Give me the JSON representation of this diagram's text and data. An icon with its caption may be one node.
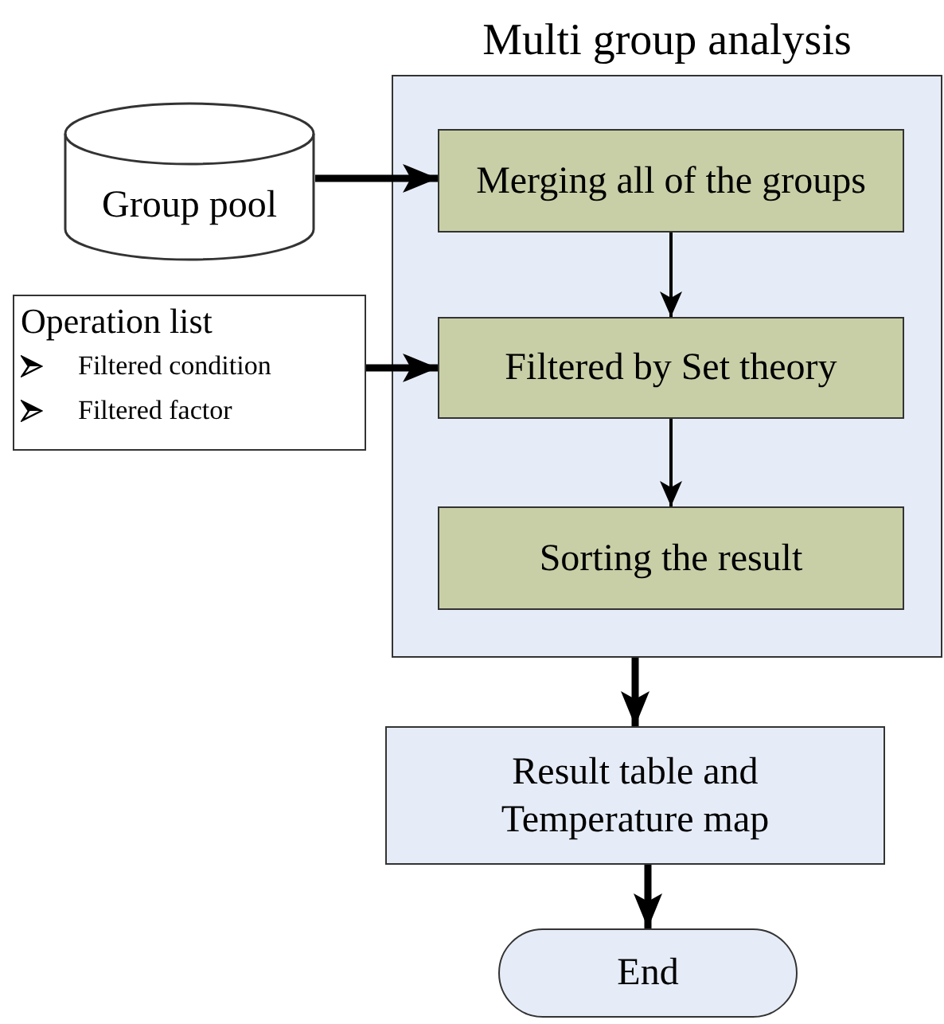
{
  "diagram": {
    "nodes": [
      {
        "text": [
          "Multi group analysis"
        ]
      },
      {
        "text": [
          "Group pool"
        ]
      },
      {
        "text": [
          "Operation list",
          "Filtered condition",
          "Filtered factor"
        ]
      },
      {
        "text": [
          "Merging all of the groups"
        ],
        "in": 0
      },
      {
        "text": [
          "Filtered by Set theory"
        ],
        "in": 0
      },
      {
        "text": [
          "Sorting the result"
        ],
        "in": 0
      },
      {
        "text": [
          "Result table and Temperature map"
        ]
      },
      {
        "text": [
          "End"
        ]
      }
    ],
    "edges": [
      {
        "from": 1,
        "to": 3,
        "arrow": "to"
      },
      {
        "from": 2,
        "to": 4,
        "arrow": "to"
      },
      {
        "from": 3,
        "to": 4,
        "arrow": "to"
      },
      {
        "from": 4,
        "to": 5,
        "arrow": "to"
      },
      {
        "from": 0,
        "to": 6,
        "arrow": "to"
      },
      {
        "from": 6,
        "to": 7,
        "arrow": "to"
      }
    ]
  }
}
